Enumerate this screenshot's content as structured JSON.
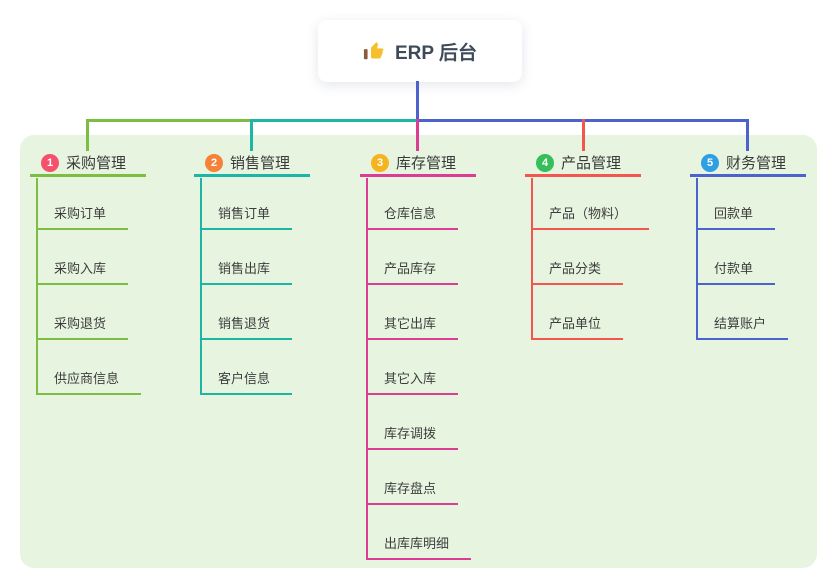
{
  "root": {
    "label": "ERP 后台",
    "icon": "thumbs-up-icon"
  },
  "branches": [
    {
      "number": "1",
      "label": "采购管理",
      "badge_color": "#F4516C",
      "line_color": "#7CBE41",
      "children": [
        "采购订单",
        "采购入库",
        "采购退货",
        "供应商信息"
      ]
    },
    {
      "number": "2",
      "label": "销售管理",
      "badge_color": "#F58238",
      "line_color": "#1FB5A5",
      "children": [
        "销售订单",
        "销售出库",
        "销售退货",
        "客户信息"
      ]
    },
    {
      "number": "3",
      "label": "库存管理",
      "badge_color": "#F5B31E",
      "line_color": "#DC3D94",
      "children": [
        "仓库信息",
        "产品库存",
        "其它出库",
        "其它入库",
        "库存调拨",
        "库存盘点",
        "出库库明细"
      ]
    },
    {
      "number": "4",
      "label": "产品管理",
      "badge_color": "#36BE5B",
      "line_color": "#F2564F",
      "children": [
        "产品（物料）",
        "产品分类",
        "产品单位"
      ]
    },
    {
      "number": "5",
      "label": "财务管理",
      "badge_color": "#2E9FE5",
      "line_color": "#4C63CE",
      "children": [
        "回款单",
        "付款单",
        "结算账户"
      ]
    }
  ],
  "colors": {
    "panel_background": "#E7F5E0",
    "root_connector": "#4C63CE",
    "root_text": "#3E4A5A",
    "node_text": "#3D3D3D",
    "thumb_yellow": "#F5C02C",
    "thumb_cuff": "#8A5B3A"
  }
}
